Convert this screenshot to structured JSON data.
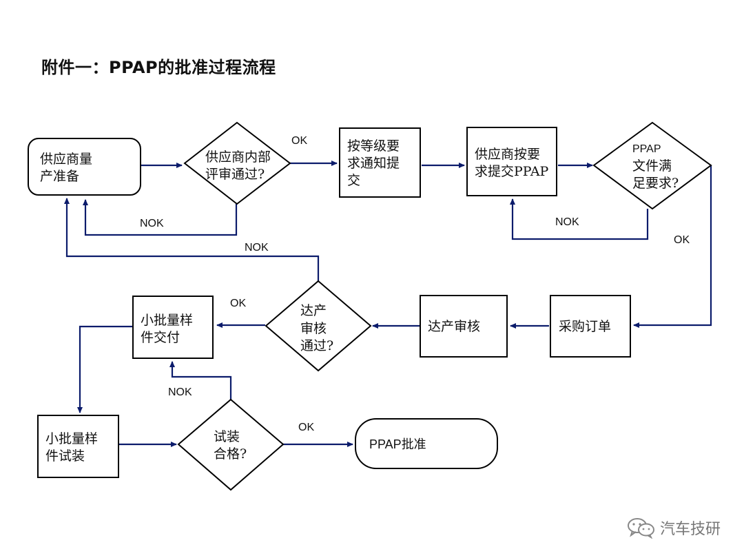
{
  "title": "附件一：PPAP的批准过程流程",
  "nodes": {
    "supplier_prep": [
      "供应商量",
      "产准备"
    ],
    "internal_review": [
      "供应商内部",
      "评审通过?"
    ],
    "notify_submit": [
      "按等级要",
      "求通知提",
      "交"
    ],
    "submit_ppap": [
      "供应商按要",
      "求提交PPAP"
    ],
    "ppap_meets": [
      "PPAP",
      "文件满",
      "足要求?"
    ],
    "purchase_order": [
      "采购订单"
    ],
    "capacity_review": [
      "达产审核"
    ],
    "capacity_pass": [
      "达产",
      "审核",
      "通过?"
    ],
    "small_batch_delivery": [
      "小批量样",
      "件交付"
    ],
    "small_batch_trial": [
      "小批量样",
      "件试装"
    ],
    "trial_pass": [
      "试装",
      "合格?"
    ],
    "ppap_approved": [
      "PPAP批准"
    ]
  },
  "edge_labels": {
    "internal_review_ok": "OK",
    "internal_review_nok": "NOK",
    "capacity_nok": "NOK",
    "ppap_meets_nok": "NOK",
    "ppap_meets_ok": "OK",
    "capacity_ok": "OK",
    "trial_nok": "NOK",
    "trial_ok": "OK"
  },
  "colors": {
    "connector": "#0b1b6b",
    "shape_stroke": "#000000",
    "watermark": "#777777"
  },
  "watermark": {
    "icon": "wechat-icon",
    "text": "汽车技研"
  }
}
